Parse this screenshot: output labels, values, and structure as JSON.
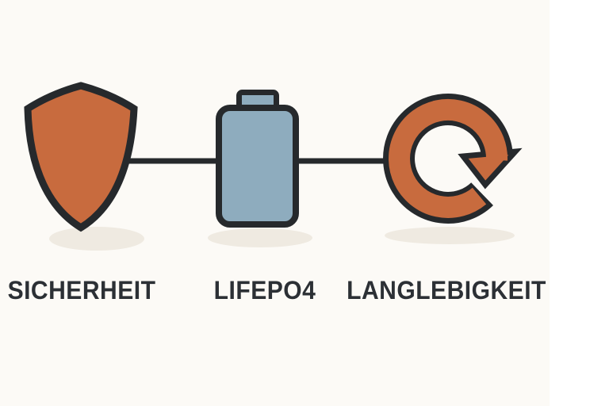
{
  "figure": {
    "items": [
      {
        "label": "SICHERHEIT",
        "icon": "shield-icon"
      },
      {
        "label": "LIFEPO4",
        "icon": "battery-icon"
      },
      {
        "label": "LANGLEBIGKEIT",
        "icon": "rotate-arrow-icon"
      }
    ]
  },
  "colors": {
    "background": "#FCFAF6",
    "background_right": "#FFFFFF",
    "orange": "#C86B3E",
    "blue": "#8EACBE",
    "outline": "#26292C",
    "shadow": "#EFEAE1",
    "text": "#2C3035"
  }
}
